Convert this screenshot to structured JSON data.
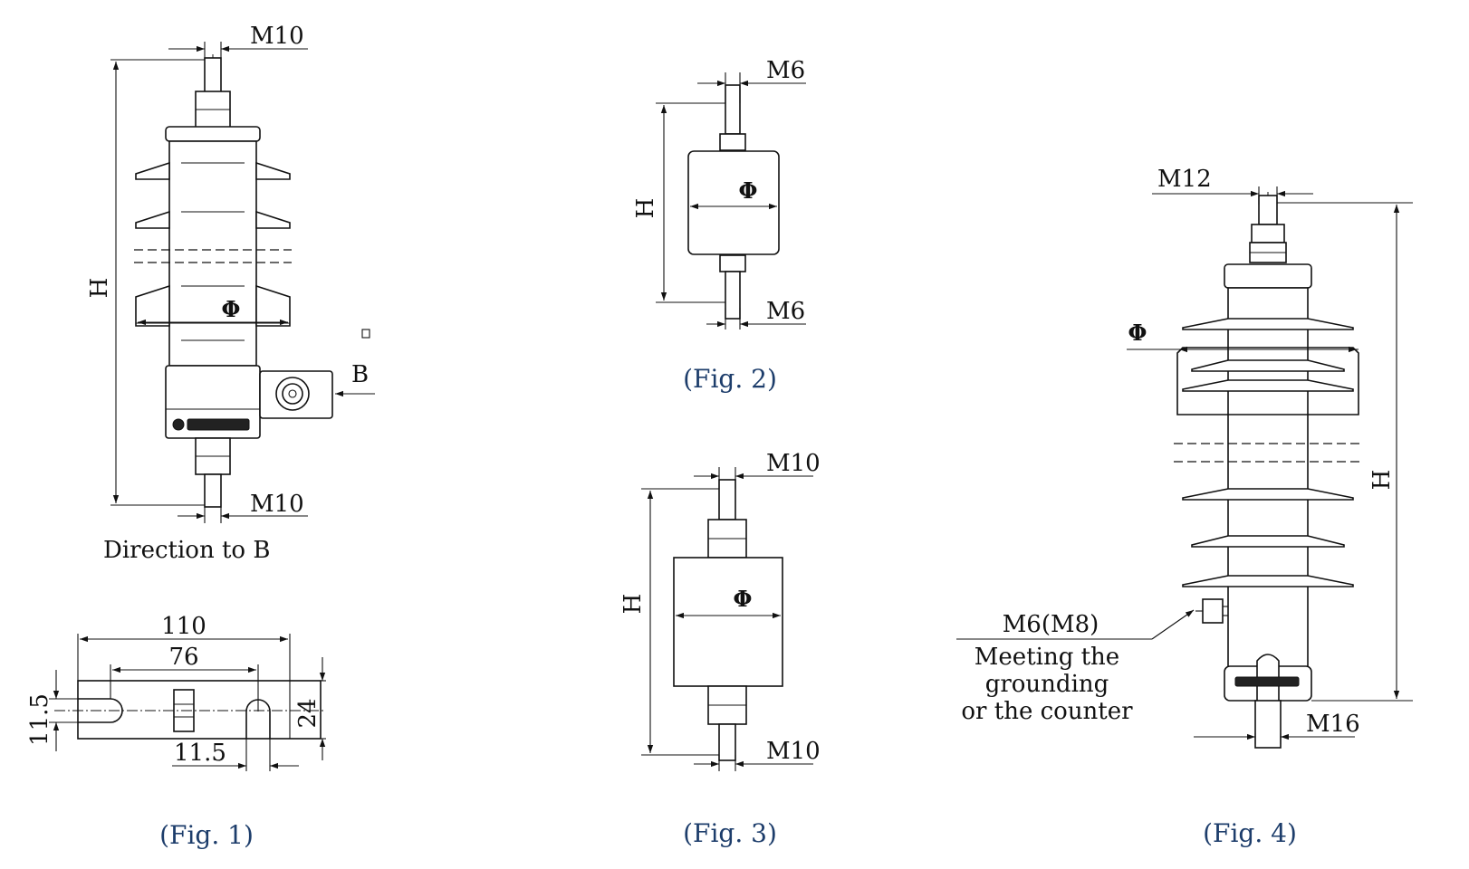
{
  "fig1": {
    "top_thread": "M10",
    "bottom_thread": "M10",
    "height": "H",
    "diameter": "Φ",
    "view_marker": "B",
    "direction_note": "Direction to B",
    "bracket": {
      "overall_length": "110",
      "slot_spacing": "76",
      "slot_width": "11.5",
      "slot_width_left": "11.5",
      "bracket_height": "24"
    },
    "caption": "(Fig. 1)"
  },
  "fig2": {
    "top_thread": "M6",
    "bottom_thread": "M6",
    "height": "H",
    "diameter": "Φ",
    "caption": "(Fig. 2)"
  },
  "fig3": {
    "top_thread": "M10",
    "bottom_thread": "M10",
    "height": "H",
    "diameter": "Φ",
    "caption": "(Fig. 3)"
  },
  "fig4": {
    "top_thread": "M12",
    "bottom_thread": "M16",
    "height": "H",
    "diameter": "Φ",
    "ground_thread": "M6(M8)",
    "ground_note": [
      "Meeting the",
      "grounding",
      "or the counter"
    ],
    "caption": "(Fig. 4)"
  }
}
